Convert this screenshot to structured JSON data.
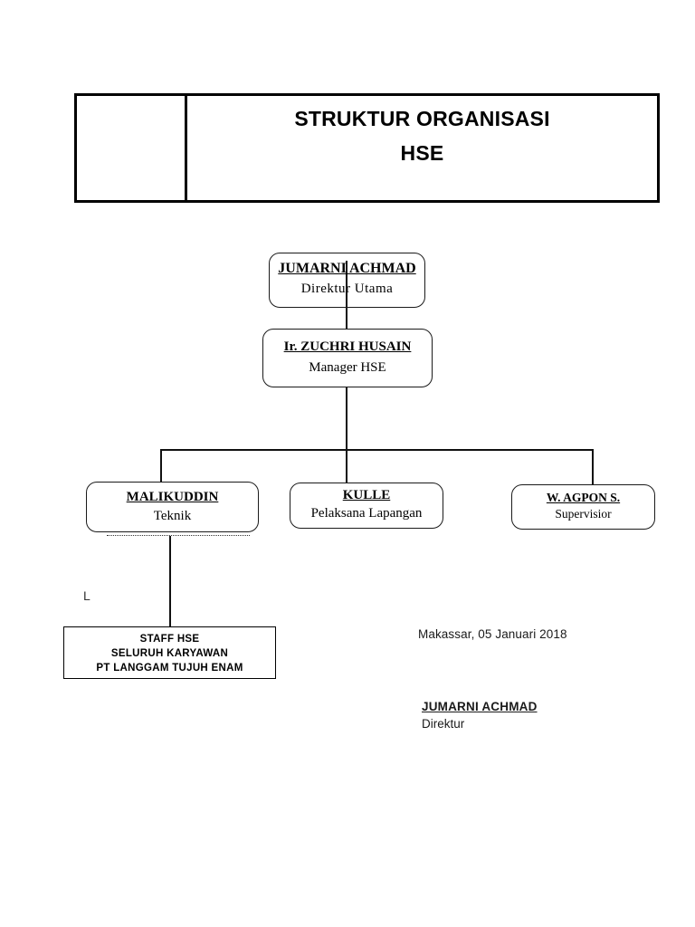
{
  "header": {
    "left_cell": "",
    "title_lines": [
      "STRUKTUR ORGANISASI",
      "HSE"
    ]
  },
  "chart": {
    "nodes": [
      {
        "id": "direktur-utama",
        "name": "JUMARNI ACHMAD",
        "title": "Direktur  Utama"
      },
      {
        "id": "manager-hse",
        "name": "Ir. ZUCHRI HUSAIN",
        "title": "Manager HSE"
      },
      {
        "id": "teknik",
        "name": "MALIKUDDIN",
        "title": "Teknik"
      },
      {
        "id": "pelaksana",
        "name": "KULLE",
        "title": "Pelaksana Lapangan"
      },
      {
        "id": "supervisior",
        "name": "W. AGPON S.",
        "title": "Supervisior"
      }
    ],
    "staff_box": {
      "lines": [
        "STAFF HSE",
        "SELURUH KARYAWAN",
        "PT LANGGAM TUJUH ENAM"
      ]
    },
    "stray_mark": "L"
  },
  "signature": {
    "place_date": "Makassar, 05 Januari 2018",
    "name": "JUMARNI ACHMAD",
    "role": "Direktur"
  },
  "colors": {
    "ink": "#000000",
    "line": "#111111",
    "paper": "#ffffff"
  }
}
